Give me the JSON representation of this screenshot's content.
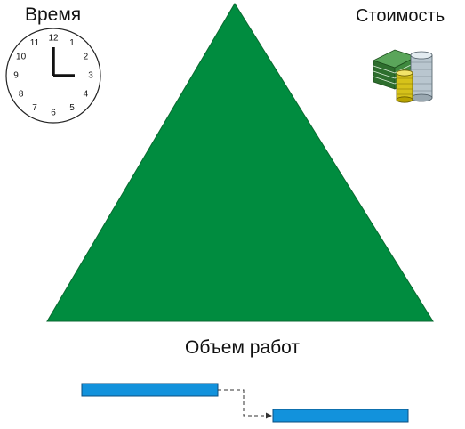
{
  "labels": {
    "time": "Время",
    "cost": "Стоимость",
    "scope": "Объем работ"
  },
  "clock": {
    "numbers": [
      "12",
      "1",
      "2",
      "3",
      "4",
      "5",
      "6",
      "7",
      "8",
      "9",
      "10",
      "11"
    ],
    "hour": 3,
    "minute": 0
  },
  "icons": {
    "clock": "clock-icon",
    "money": "money-stack-icon"
  },
  "colors": {
    "triangle": "#008c3f",
    "task_bar": "#1292dc",
    "connector": "#333333",
    "coins": "#c8b000",
    "bills": "#3a7d3a"
  }
}
